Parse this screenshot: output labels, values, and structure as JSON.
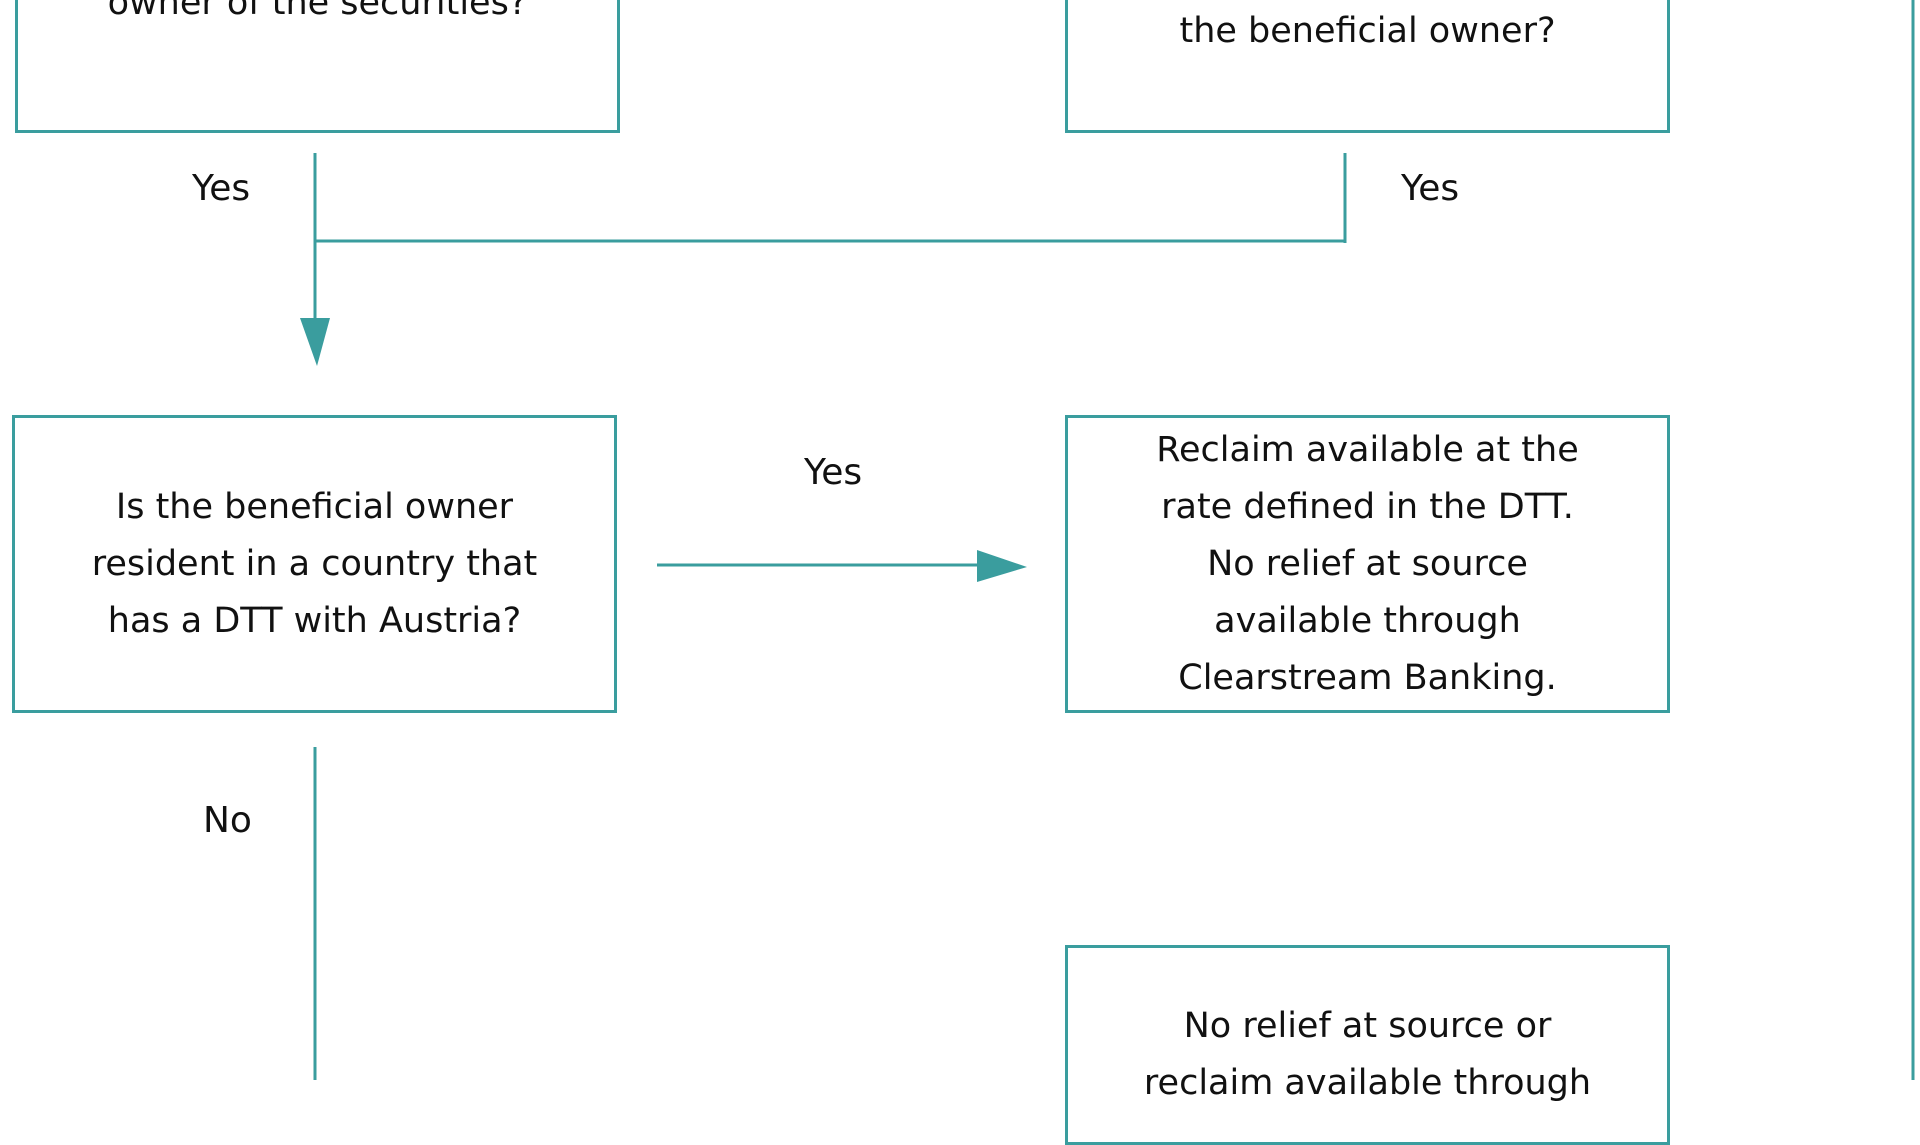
{
  "colors": {
    "line": "#3a9d9e",
    "text": "#111111"
  },
  "boxes": {
    "top_left": {
      "lines": [
        "owner of the securities?"
      ]
    },
    "top_right": {
      "lines": [
        "the beneficial owner?"
      ]
    },
    "dtt_question": {
      "lines": [
        "Is the beneficial owner",
        "resident in a country that",
        "has a DTT with Austria?"
      ]
    },
    "reclaim_dtt": {
      "lines": [
        "Reclaim available at the",
        "rate defined in the DTT.",
        "No relief at source",
        "available through",
        "Clearstream Banking."
      ]
    },
    "no_relief": {
      "lines": [
        "No relief at source or",
        "reclaim available through"
      ]
    }
  },
  "labels": {
    "yes_left": "Yes",
    "yes_right": "Yes",
    "yes_middle": "Yes",
    "no_bottom": "No"
  }
}
